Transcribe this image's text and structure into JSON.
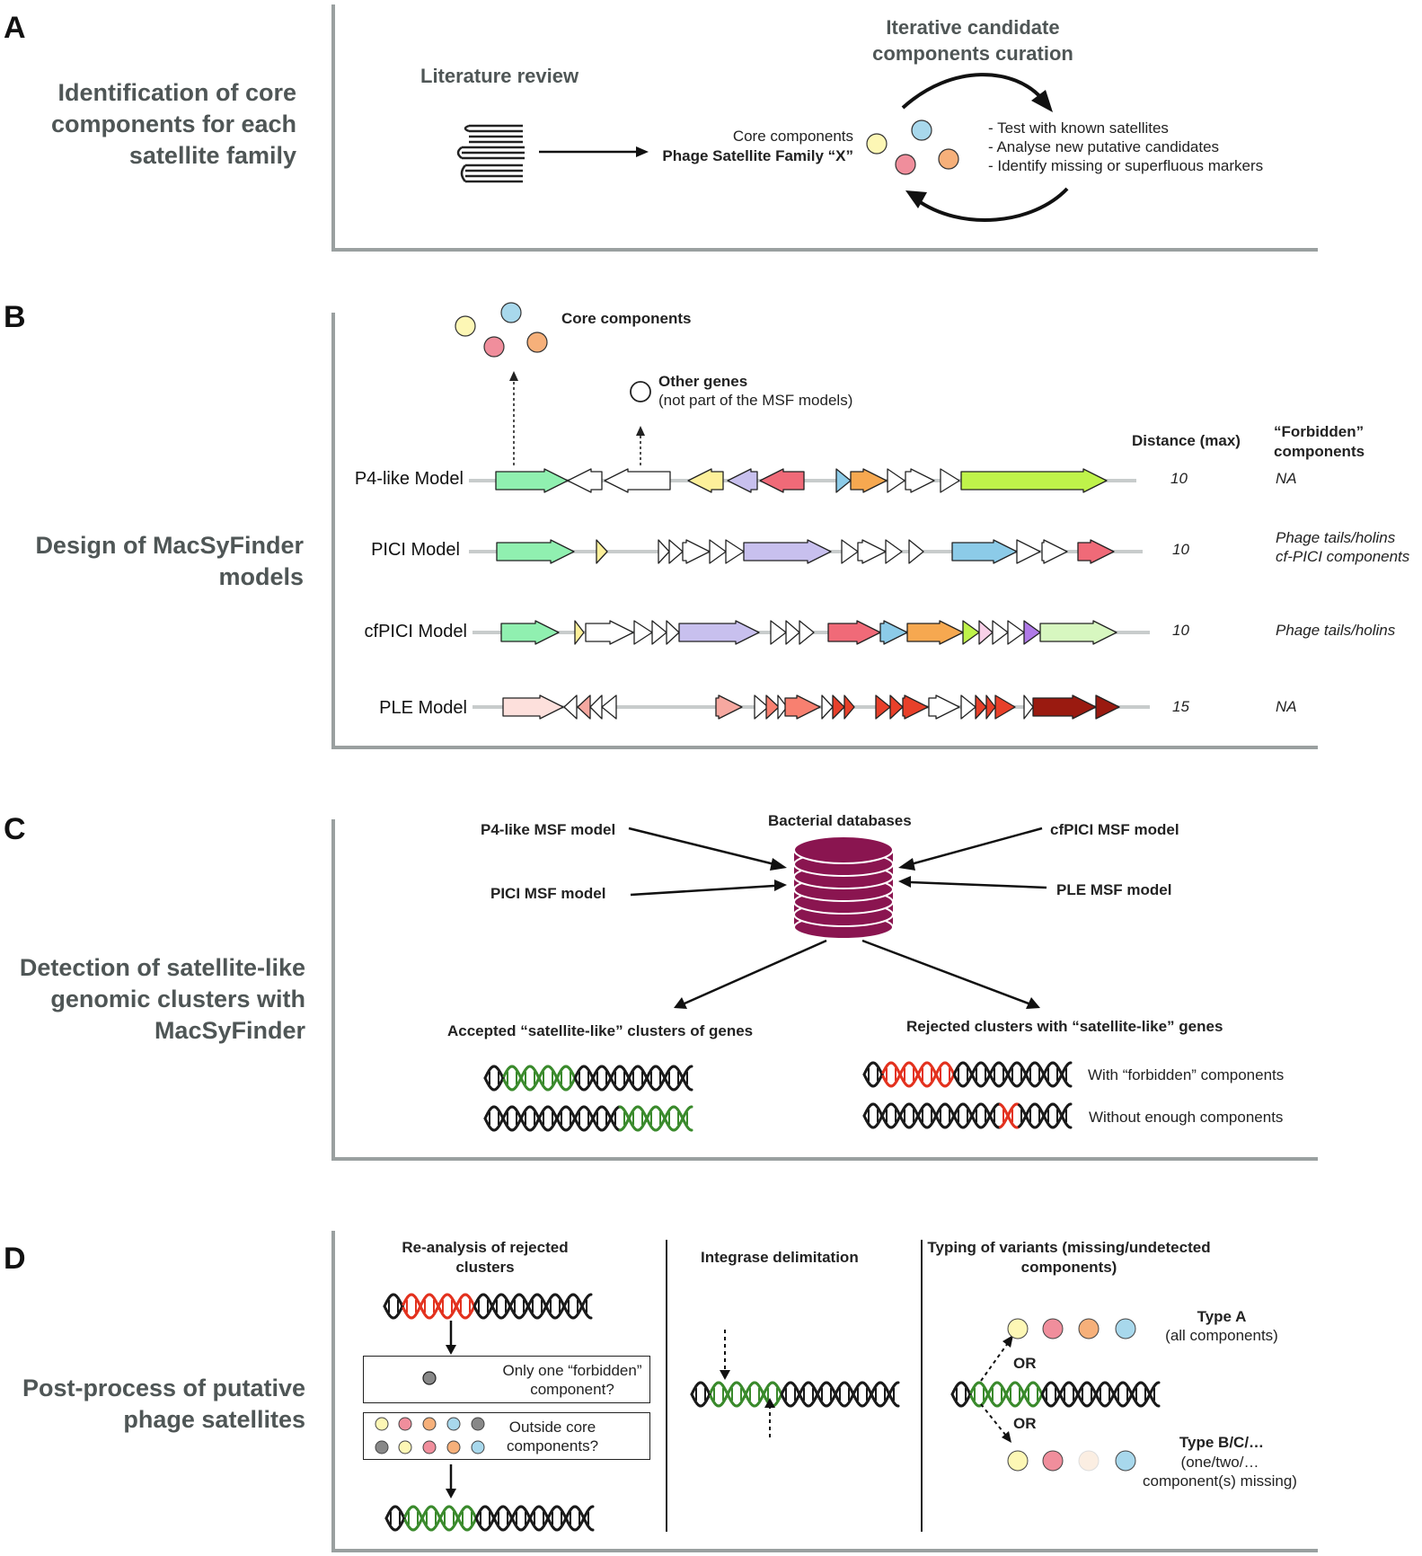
{
  "panels": {
    "a": {
      "letter": "A",
      "title": "Identification of core components for each satellite family",
      "literature_review": "Literature review",
      "core_components": "Core components",
      "family": "Phage Satellite Family “X”",
      "curation_title": "Iterative candidate components curation",
      "curation_steps": [
        "- Test with known satellites",
        "- Analyse new putative candidates",
        "- Identify missing or superfluous markers"
      ]
    },
    "b": {
      "letter": "B",
      "title": "Design of MacSyFinder models",
      "core_components": "Core components",
      "other_genes": "Other genes",
      "other_genes_note": "(not part of the MSF models)",
      "distance_header": "Distance (max)",
      "forbidden_header": "“Forbidden” components",
      "models": [
        {
          "name": "P4-like Model",
          "distance": "10",
          "forbidden": [
            "NA"
          ]
        },
        {
          "name": "PICI Model",
          "distance": "10",
          "forbidden": [
            "Phage tails/holins",
            "cf-PICI components"
          ]
        },
        {
          "name": "cfPICI Model",
          "distance": "10",
          "forbidden": [
            "Phage tails/holins"
          ]
        },
        {
          "name": "PLE Model",
          "distance": "15",
          "forbidden": [
            "NA"
          ]
        }
      ]
    },
    "c": {
      "letter": "C",
      "title": "Detection of satellite-like genomic clusters with MacSyFinder",
      "database": "Bacterial databases",
      "inputs": [
        "P4-like MSF model",
        "PICI MSF model",
        "cfPICI MSF model",
        "PLE MSF model"
      ],
      "accepted": "Accepted “satellite-like” clusters of genes",
      "rejected": "Rejected clusters with “satellite-like” genes",
      "with_forbidden": "With “forbidden” components",
      "without_enough": "Without enough components"
    },
    "d": {
      "letter": "D",
      "title": "Post-process of putative phage satellites",
      "reanalysis": "Re-analysis of rejected clusters",
      "only_one": "Only one “forbidden” component?",
      "outside_core": "Outside core components?",
      "integrase": "Integrase delimitation",
      "typing": "Typing of variants (missing/undetected components)",
      "or": "OR",
      "type_a": "Type A",
      "type_a_note": "(all components)",
      "type_bc": "Type B/C/…",
      "type_bc_note": "(one/two/… component(s) missing)"
    }
  },
  "colors": {
    "frame": "#9aa0a0",
    "title_gray": "#4f5656",
    "core_yellow": "#fdf7b5",
    "core_blue": "#a8d8ec",
    "core_pink": "#f08e9c",
    "core_orange": "#f6b07a",
    "database": "#8a1550",
    "dna_green": "#3a8a2c",
    "dna_red": "#e3321f"
  }
}
